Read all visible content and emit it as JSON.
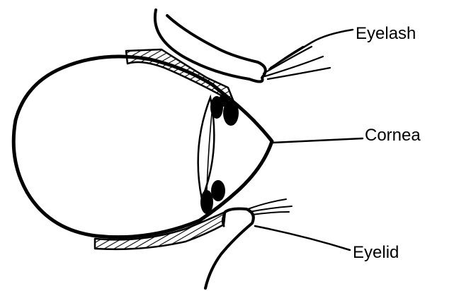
{
  "labels": {
    "eyelash": "Eyelash",
    "cornea": "Cornea",
    "eyelid": "Eyelid"
  },
  "colors": {
    "ink": "#000000",
    "background": "#ffffff"
  }
}
